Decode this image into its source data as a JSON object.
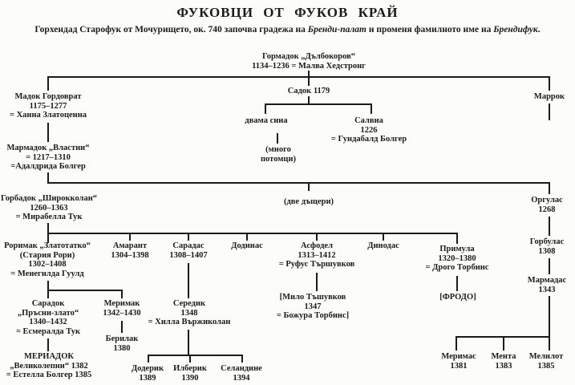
{
  "title": "ФУКОВЦИ ОТ ФУКОВ КРАЙ",
  "subtitle": [
    "Горхендад Старофук от Мочурището, ок. 740 започва градежа на ",
    "Бренди-палат",
    " и променя фамилното име на ",
    "Брендифук",
    "."
  ],
  "colors": {
    "ink": "#1b1b1b",
    "paper": "#fcfcfa"
  },
  "persons": {
    "gormadok": [
      "Гормадок „Дълбокоров“",
      "1134–1236 = Малва Хедстронг"
    ],
    "madok": [
      "Мадок Гордоврат",
      "1175–1277",
      "= Ханна Златоценна"
    ],
    "sadok": [
      "Садок 1179"
    ],
    "marrok": [
      "Маррок"
    ],
    "dvama_sina": [
      "двама сина"
    ],
    "mnogo_potomci": [
      "(много",
      "потомци)"
    ],
    "salvia": [
      "Салвиа",
      "1226",
      "= Гундабалд Болгер"
    ],
    "marmadok": [
      "Мармадок „Властни“",
      "= 1217–1310",
      "=Адалдрида Болгер"
    ],
    "gorbadok": [
      "Горбадок „Широкколан“",
      "1260–1363",
      "= Мирабелла Тук"
    ],
    "dve_dashteri": [
      "(две дъщери)"
    ],
    "orgulas": [
      "Оргулас",
      "1268"
    ],
    "rorimak": [
      "Роримак „Златотатко“",
      "(Стария Рори)",
      "1302–1408",
      "= Менегилда Гуулд"
    ],
    "amarant": [
      "Амарант",
      "1304–1398"
    ],
    "saradas": [
      "Сарадас",
      "1308–1407"
    ],
    "dodinas": [
      "Додинас"
    ],
    "asfodel": [
      "Асфодел",
      "1313–1412",
      "= Руфус Тършувков"
    ],
    "dinodas": [
      "Динодас"
    ],
    "primula": [
      "Примула",
      "1320–1380",
      "= Дрого Торбинс"
    ],
    "gorbulas": [
      "Горбулас",
      "1308"
    ],
    "marmadas": [
      "Мармадас",
      "1343"
    ],
    "milo": [
      "[Мило Тъшувков",
      "1347",
      "= Божура Торбинс]"
    ],
    "frodo": [
      "[ФРОДО]"
    ],
    "saradok": [
      "Сарадок",
      "„Пръсни-злато“",
      "1340–1432",
      "= Есмералда Тук"
    ],
    "merimak": [
      "Меримак",
      "1342–1430"
    ],
    "seredik": [
      "Середик",
      "1348",
      "= Хилла Вържиколан"
    ],
    "berilak": [
      "Берилак",
      "1380"
    ],
    "meriadok": [
      "МЕРИАДОК",
      "„Великолепни“ 1382",
      "= Естелла Болгер 1385"
    ],
    "doderik": [
      "Додерик",
      "1389"
    ],
    "ilberik": [
      "Илберик",
      "1390"
    ],
    "selandine": [
      "Селандине",
      "1394"
    ],
    "merimas": [
      "Меримас",
      "1381"
    ],
    "menta": [
      "Мента",
      "1383"
    ],
    "melilot": [
      "Мелилот",
      "1385"
    ]
  }
}
